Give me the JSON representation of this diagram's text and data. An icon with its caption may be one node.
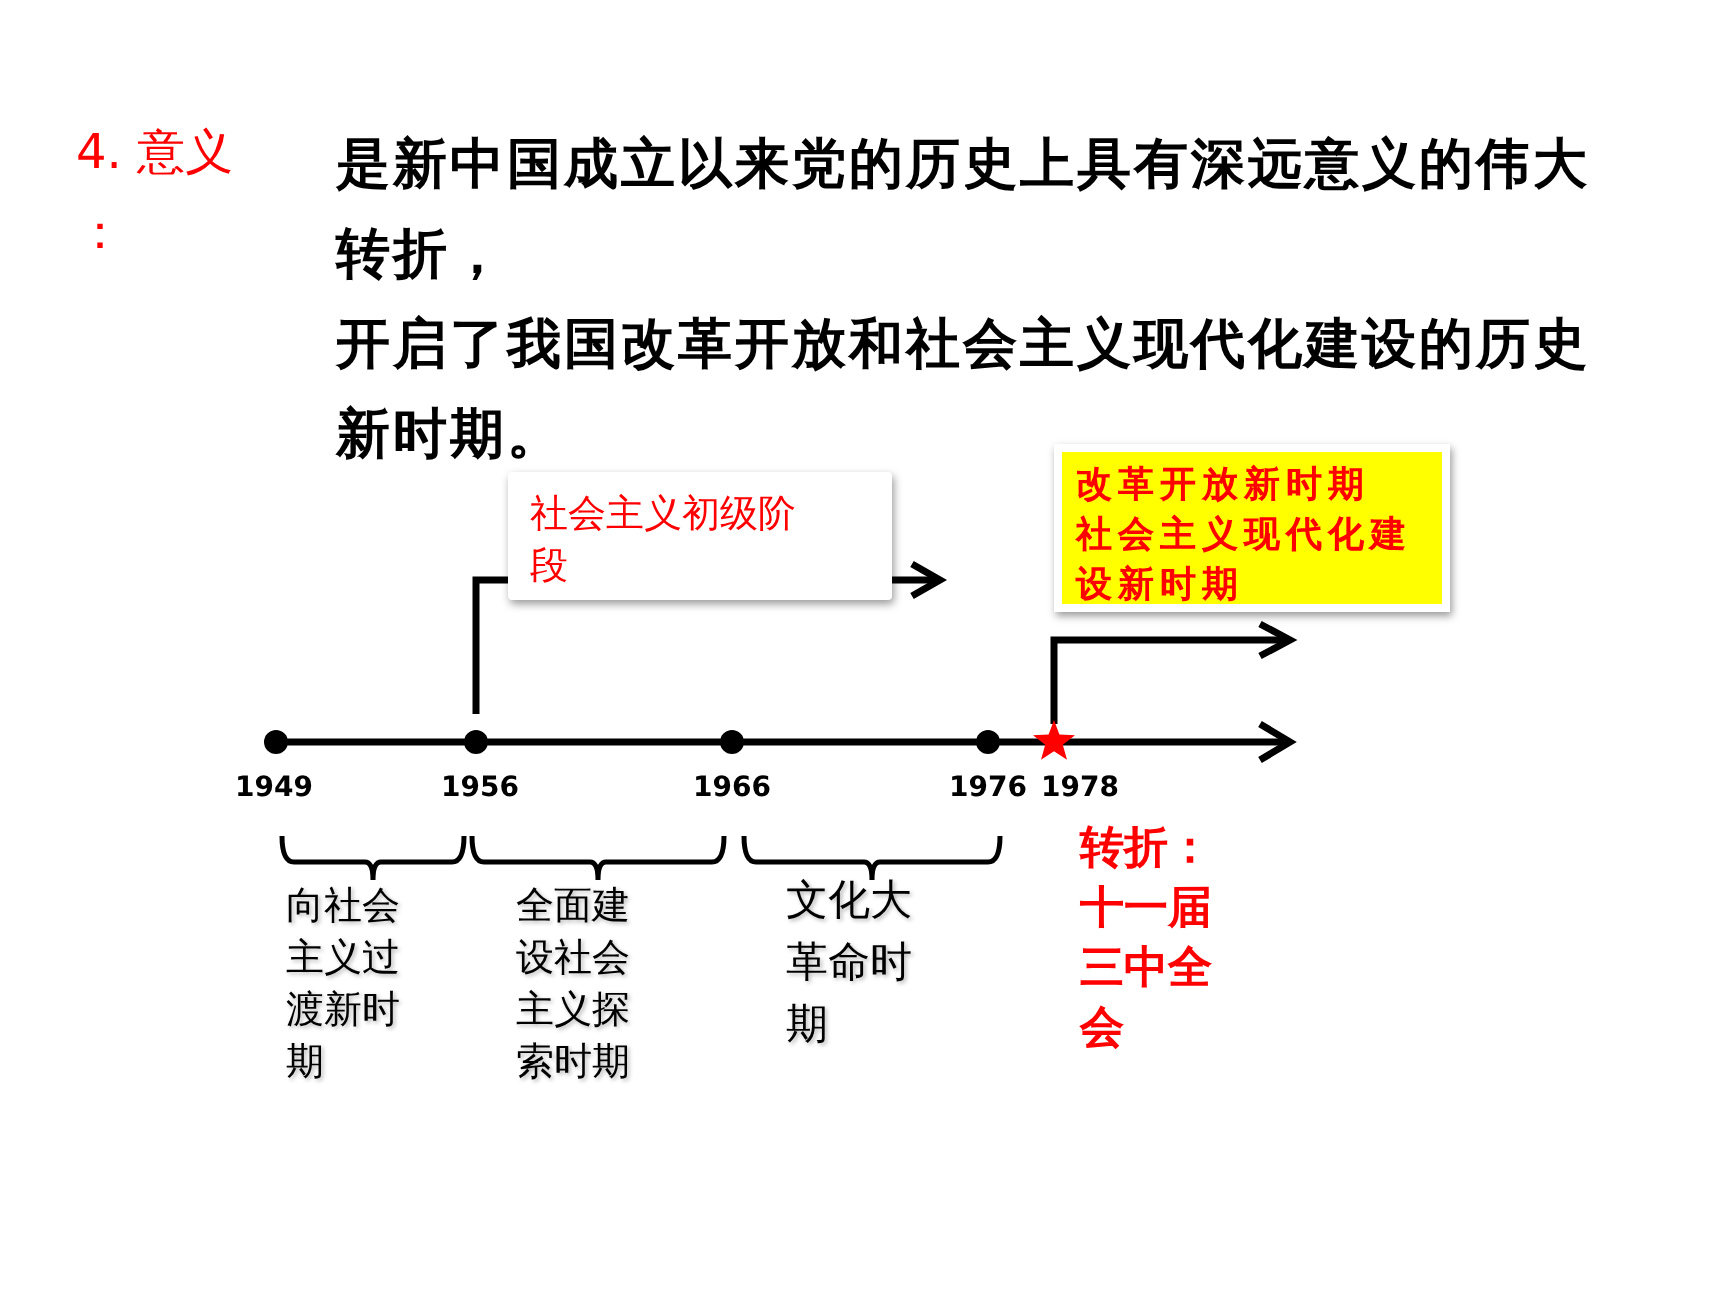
{
  "diagram": {
    "title": "4. 意义：",
    "nodes": [
      {
        "text": [
          "社会主义初级阶段"
        ]
      },
      {
        "text": [
          "改革开放新时期",
          "社会主义现代化建设新时期"
        ]
      }
    ],
    "labels": [
      "是**新中国成立以来**党的历史上具有深远意义的**伟大转折**，",
      "开启了我国**改革开放和社会主义现代化建设**的历史新时期。",
      "1949",
      "1956",
      "1966",
      "1976",
      "1978",
      "向社会主义过渡新时期",
      "全面建设社会主义探索时期",
      "文化大革命时期",
      "转折：十一届三中全会"
    ]
  }
}
